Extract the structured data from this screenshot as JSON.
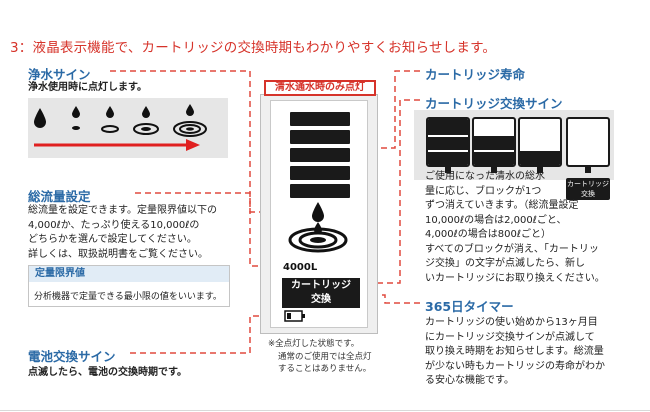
{
  "section_title": "3：液晶表示機能で、カートリッジの交換時期もわかりやすくお知らせします。",
  "display_badge": "清水通水時のみ点灯",
  "water_sign": {
    "heading": "浄水サイン",
    "description": "浄水使用時に点灯します。"
  },
  "total_flow": {
    "heading": "総流量設定",
    "description_lines": [
      "総流量を設定できます。定量限界値以下の",
      "4,000ℓか、たっぷり使える10,000ℓの",
      "どちらかを選んで設定してください。",
      "詳しくは、取扱説明書をご覧ください。"
    ],
    "limit_heading": "定量限界値",
    "limit_text": "分析機器で定量できる最小限の値をいいます。"
  },
  "battery_sign": {
    "heading": "電池交換サイン",
    "description": "点滅したら、電池の交換時期です。"
  },
  "cartridge_life": {
    "heading": "カートリッジ寿命"
  },
  "cartridge_swap_sign": {
    "heading": "カートリッジ交換サイン",
    "description_lines": [
      "ご使用になった清水の総水",
      "量に応じ、ブロックが1つ",
      "ずつ消えていきます。（総流量設定",
      "10,000ℓの場合は2,000ℓごと、",
      "4,000ℓの場合は800ℓごと）",
      "すべてのブロックが消え、「カートリッ",
      "ジ交換」の文字が点滅したら、新し",
      "いカートリッジにお取り換えください。"
    ],
    "label_line1": "カートリッジ",
    "label_line2": "交換"
  },
  "timer": {
    "heading": "365日タイマー",
    "description_lines": [
      "カートリッジの使い始めから13ヶ月目",
      "にカートリッジ交換サインが点滅して",
      "取り換え時期をお知らせします。総流量",
      "が少ない時もカートリッジの寿命がわか",
      "る安心な機能です。"
    ]
  },
  "display": {
    "liter": "4000L",
    "swap_line1": "カートリッジ",
    "swap_line2": "交換"
  },
  "note_lines": [
    "※全点灯した状態です。",
    "通常のご使用では全点灯",
    "することはありません。"
  ],
  "colors": {
    "title_red": "#d6332a",
    "heading_blue": "#2b6aa6",
    "leader_red": "#e04a3f",
    "display_black": "#1a1a1a"
  }
}
